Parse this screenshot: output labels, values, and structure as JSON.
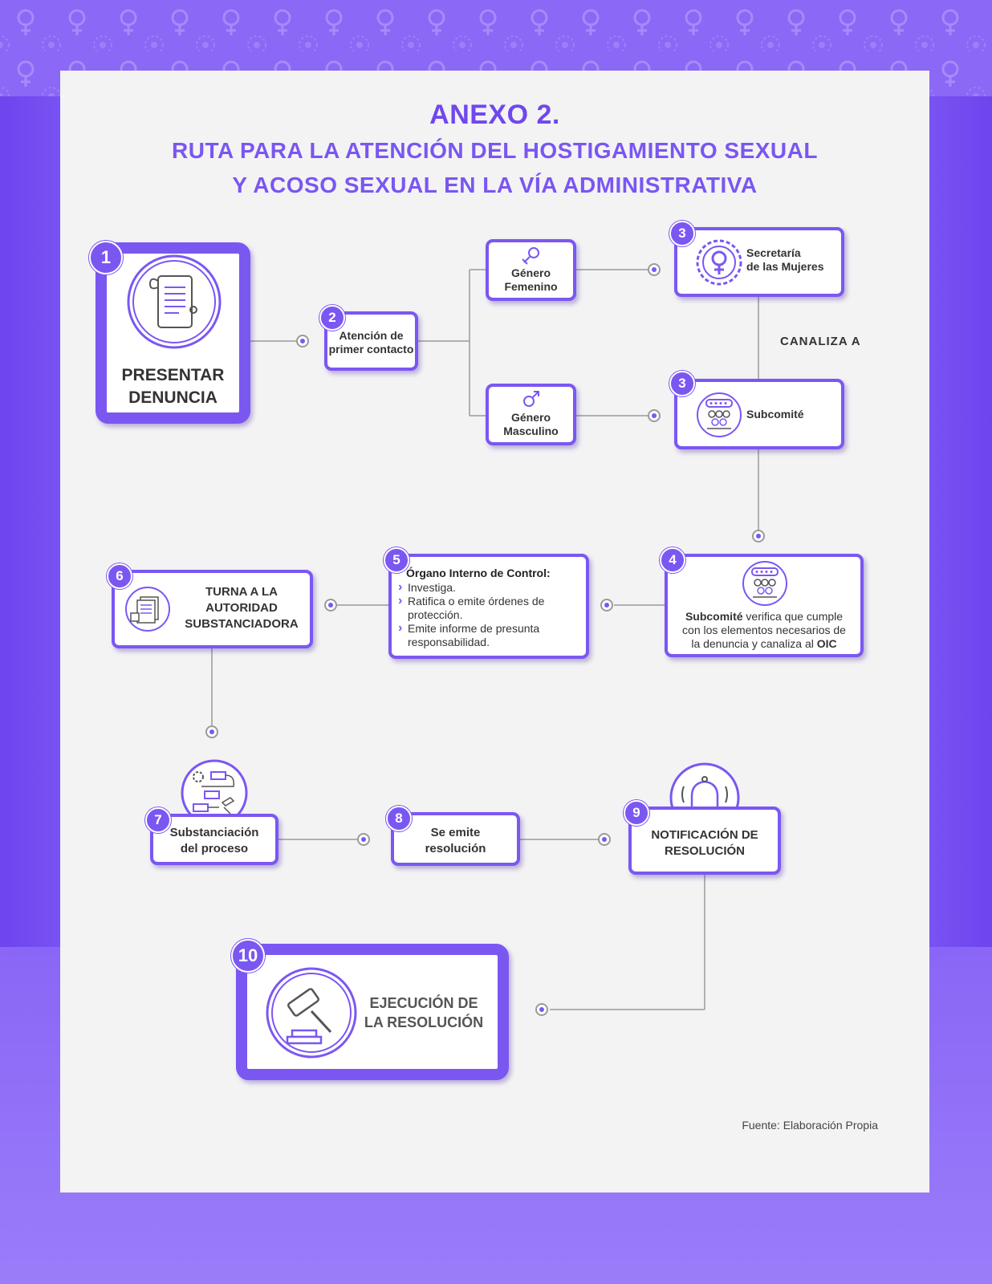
{
  "header": {
    "title": "ANEXO 2.",
    "subtitle_line1": "RUTA PARA LA ATENCIÓN DEL HOSTIGAMIENTO SEXUAL",
    "subtitle_line2": "Y ACOSO SEXUAL EN LA VÍA ADMINISTRATIVA"
  },
  "steps": {
    "s1": {
      "num": "1",
      "label_line1": "PRESENTAR",
      "label_line2": "DENUNCIA",
      "icon": "document-scroll-icon"
    },
    "s2": {
      "num": "2",
      "label_line1": "Atención de",
      "label_line2": "primer contacto"
    },
    "fem": {
      "label_line1": "Género",
      "label_line2": "Femenino",
      "icon": "female-male-symbol-icon"
    },
    "masc": {
      "label_line1": "Género",
      "label_line2": "Masculino",
      "icon": "male-symbol-icon"
    },
    "s3a": {
      "num": "3",
      "label_line1": "Secretaría",
      "label_line2": "de las Mujeres",
      "icon": "female-emblem-icon"
    },
    "s3b": {
      "num": "3",
      "label": "Subcomité",
      "icon": "committee-icon"
    },
    "canaliza": "CANALIZA A",
    "s4": {
      "num": "4",
      "bold1": "Subcomité",
      "text1": " verifica que cumple",
      "text2": "con los elementos necesarios de",
      "text3": "la denuncia y canaliza al ",
      "bold2": "OIC",
      "icon": "committee-icon"
    },
    "s5": {
      "num": "5",
      "heading": "Órgano Interno de Control:",
      "items": [
        "Investiga.",
        "Ratifica o emite órdenes de protección.",
        "Emite informe de presunta responsabilidad."
      ]
    },
    "s6": {
      "num": "6",
      "label_line1": "TURNA A LA",
      "label_line2": "AUTORIDAD",
      "label_line3": "SUBSTANCIADORA",
      "icon": "documents-hand-icon"
    },
    "s7": {
      "num": "7",
      "label_line1": "Substanciación",
      "label_line2": "del proceso",
      "icon": "process-flow-icon"
    },
    "s8": {
      "num": "8",
      "label_line1": "Se emite",
      "label_line2": "resolución"
    },
    "s9": {
      "num": "9",
      "label_line1": "NOTIFICACIÓN DE",
      "label_line2": "RESOLUCIÓN",
      "icon": "bell-icon"
    },
    "s10": {
      "num": "10",
      "label_line1": "EJECUCIÓN DE",
      "label_line2": "LA RESOLUCIÓN",
      "icon": "gavel-icon"
    }
  },
  "footer": {
    "source": "Fuente: Elaboración Propia"
  },
  "colors": {
    "accent": "#7b57f2",
    "bg": "#7c55f2",
    "panel": "#f3f3f4",
    "connector": "#9a9a9a"
  }
}
